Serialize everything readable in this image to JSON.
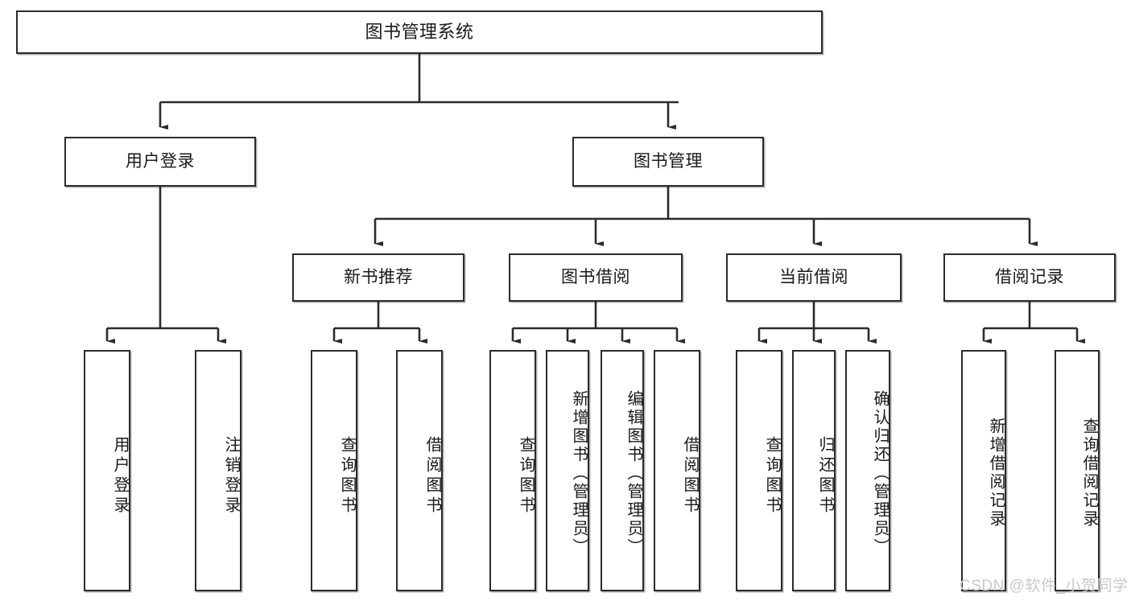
{
  "diagram": {
    "title": "图书管理系统",
    "type": "hierarchy-tree",
    "root": {
      "label": "图书管理系统"
    },
    "level2": [
      {
        "label": "用户登录"
      },
      {
        "label": "图书管理"
      }
    ],
    "level3": [
      {
        "label": "新书推荐"
      },
      {
        "label": "图书借阅"
      },
      {
        "label": "当前借阅"
      },
      {
        "label": "借阅记录"
      }
    ],
    "leaves": {
      "user_login": [
        {
          "label": "用户登录"
        },
        {
          "label": "注销登录"
        }
      ],
      "new_book_recommend": [
        {
          "label": "查询图书"
        },
        {
          "label": "借阅图书"
        }
      ],
      "book_borrow": [
        {
          "label": "查询图书"
        },
        {
          "label": "新增图书（管理员）"
        },
        {
          "label": "编辑图书（管理员）"
        },
        {
          "label": "借阅图书"
        }
      ],
      "current_borrow": [
        {
          "label": "查询图书"
        },
        {
          "label": "归还图书"
        },
        {
          "label": "确认归还（管理员）"
        }
      ],
      "borrow_record": [
        {
          "label": "新增借阅记录"
        },
        {
          "label": "查询借阅记录"
        }
      ]
    }
  },
  "watermark": {
    "text": "CSDN @软件_小贺同学"
  },
  "colors": {
    "box_border": "#2b2b2b",
    "box_fill": "#ffffff",
    "edge": "#2b2b2b",
    "text": "#1a1a1a",
    "watermark": "#c9c9c9"
  }
}
